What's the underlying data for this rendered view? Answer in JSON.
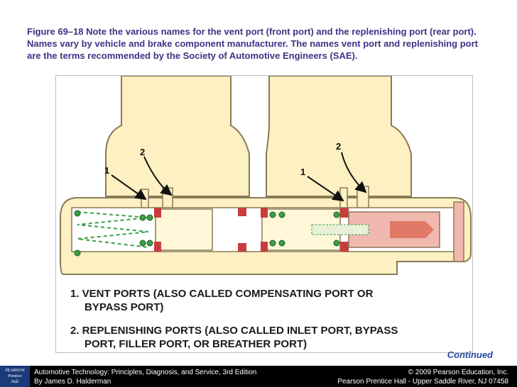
{
  "caption": "Figure 69–18  Note the various names for the vent port (front port) and the replenishing port (rear port). Names vary by vehicle and brake component manufacturer. The names vent port and replenishing port are the terms recommended by the Society of Automotive Engineers (SAE).",
  "diagram": {
    "callouts": [
      "1",
      "2",
      "1",
      "2"
    ],
    "legend": [
      {
        "line1": "1. VENT PORTS (ALSO CALLED COMPENSATING PORT OR",
        "line2": "BYPASS PORT)"
      },
      {
        "line1": "2. REPLENISHING PORTS (ALSO CALLED INLET PORT, BYPASS",
        "line2": "PORT, FILLER PORT, OR BREATHER PORT)"
      }
    ],
    "colors": {
      "body": "#fdf0c2",
      "outline": "#8a7a55",
      "seal": "#c83c3c",
      "spring": "#3aa046",
      "pushrod": "#f1b8b0"
    }
  },
  "continued": "Continued",
  "footer": {
    "logo": [
      "PEARSON",
      "Prentice",
      "Hall"
    ],
    "left": [
      "Automotive Technology: Principles, Diagnosis, and Service, 3rd Edition",
      "By James D. Halderman"
    ],
    "right": [
      "© 2009 Pearson Education, Inc.",
      "Pearson Prentice Hall - Upper Saddle River, NJ 07458"
    ]
  }
}
